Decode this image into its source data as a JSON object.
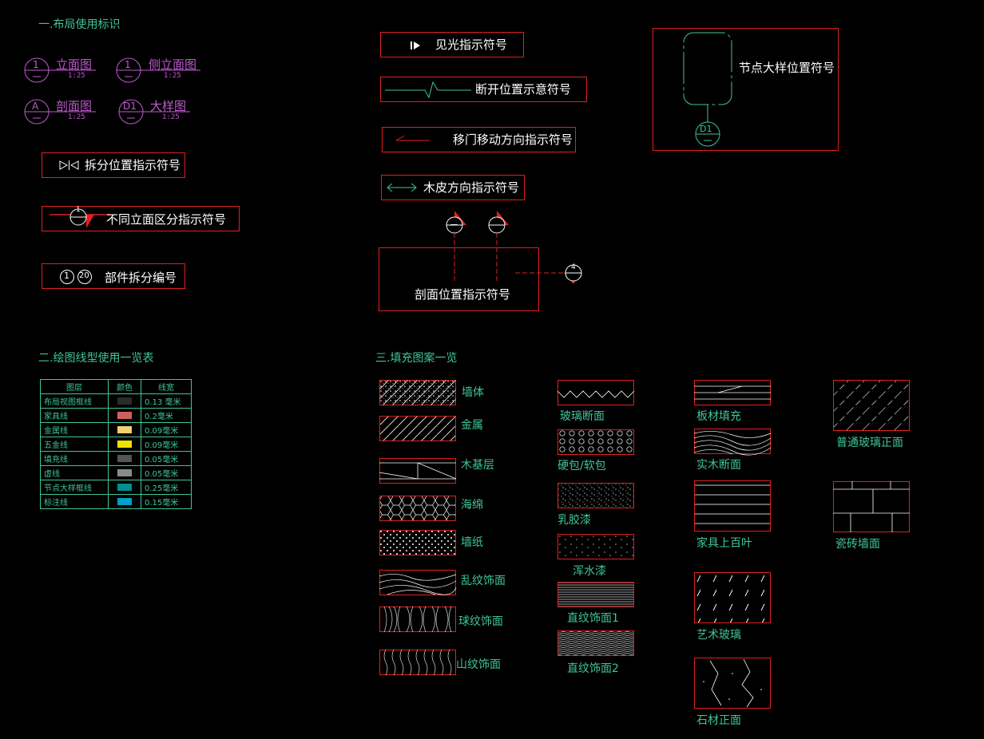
{
  "sections": {
    "s1": "一.布局使用标识",
    "s2": "二.绘图线型使用一览表",
    "s3": "三.填充图案一览"
  },
  "labels": {
    "elevation": {
      "title": "立面图",
      "num": "1",
      "scale": "1:25"
    },
    "side_elevation": {
      "title": "侧立面图",
      "num": "1",
      "scale": "1:25"
    },
    "section": {
      "title": "剖面图",
      "num": "A",
      "scale": "1:25"
    },
    "detail": {
      "title": "大样图",
      "num": "D1",
      "scale": "1:25"
    }
  },
  "symbols": {
    "split_position": "拆分位置指示符号",
    "elevation_divide": "不同立面区分指示符号",
    "part_number": "部件拆分编号",
    "part_num_a": "1",
    "part_num_b": "20",
    "visible_light": "见光指示符号",
    "break_position": "断开位置示意符号",
    "sliding_door": "移门移动方向指示符号",
    "veneer_direction": "木皮方向指示符号",
    "section_position": "剖面位置指示符号",
    "node_detail": "节点大样位置符号",
    "node_detail_num": "D1",
    "elev_tag_num": "1",
    "sec_tag_a": "一",
    "sec_tag_b": "4"
  },
  "legend_table": {
    "headers": [
      "图层",
      "颜色",
      "线宽"
    ],
    "rows": [
      {
        "layer": "布局视图框线",
        "color": "#2b2b2b",
        "width": "0.13 毫米"
      },
      {
        "layer": "家具线",
        "color": "#d06060",
        "width": "0.2毫米"
      },
      {
        "layer": "金属线",
        "color": "#f0d070",
        "width": "0.09毫米"
      },
      {
        "layer": "五金线",
        "color": "#f0e000",
        "width": "0.09毫米"
      },
      {
        "layer": "填充线",
        "color": "#555555",
        "width": "0.05毫米"
      },
      {
        "layer": "虚线",
        "color": "#8a8a8a",
        "width": "0.05毫米"
      },
      {
        "layer": "节点大样框线",
        "color": "#009090",
        "width": "0.25毫米"
      },
      {
        "layer": "标注线",
        "color": "#00a0c8",
        "width": "0.15毫米"
      }
    ]
  },
  "fills": {
    "wall": "墙体",
    "metal": "金属",
    "wood_base": "木基层",
    "sponge": "海绵",
    "wallpaper": "墙纸",
    "random_grain": "乱纹饰面",
    "ball_grain": "球纹饰面",
    "mountain_grain": "山纹饰面",
    "glass_section": "玻璃断面",
    "soft_pack": "硬包/软包",
    "latex_paint": "乳胶漆",
    "texture_paint": "浑水漆",
    "straight_grain1": "直纹饰面1",
    "straight_grain2": "直纹饰面2",
    "board_fill": "板材填充",
    "solid_wood": "实木断面",
    "louver": "家具上百叶",
    "art_glass": "艺术玻璃",
    "stone_face": "石材正面",
    "glass_face": "普通玻璃正面",
    "tile_wall": "瓷砖墙面"
  }
}
